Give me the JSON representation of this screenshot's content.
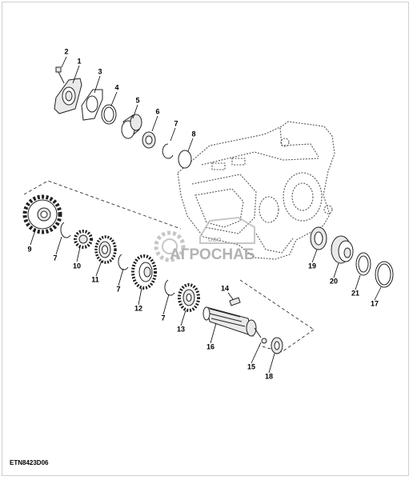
{
  "figure_code": "ETN8423D06",
  "watermark": {
    "subtitle": "ООО",
    "brand": "АГРОСНАБ"
  },
  "callouts": [
    "1",
    "2",
    "3",
    "4",
    "5",
    "6",
    "7",
    "8",
    "9",
    "7",
    "10",
    "11",
    "7",
    "12",
    "7",
    "13",
    "14",
    "16",
    "15",
    "18",
    "19",
    "20",
    "21",
    "17"
  ]
}
